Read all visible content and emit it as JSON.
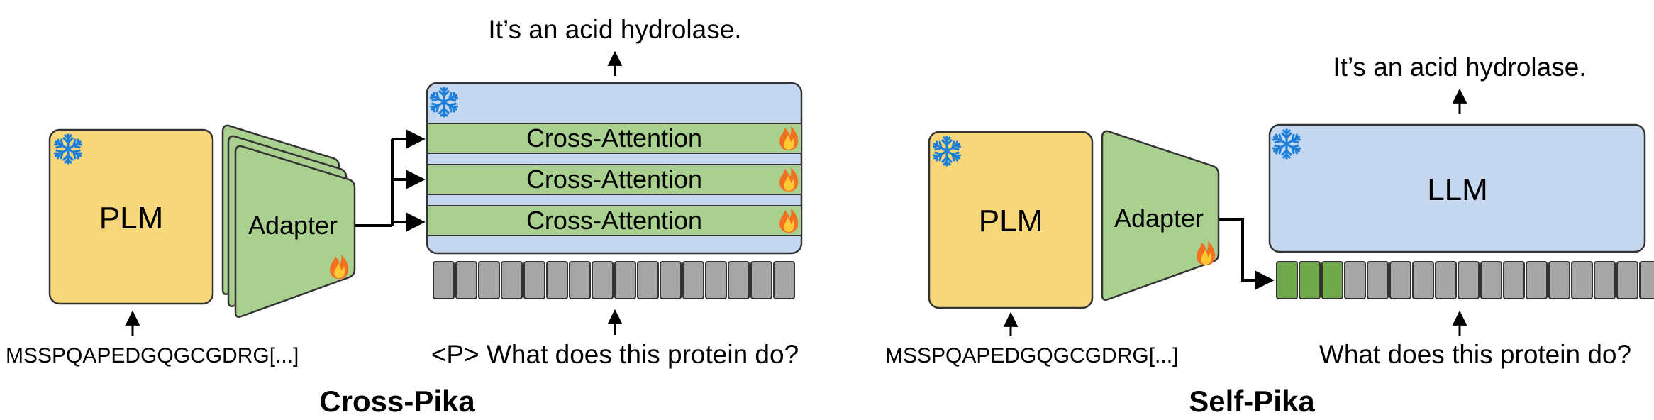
{
  "cross_pika": {
    "title": "Cross-Pika",
    "input_sequence": "MSSPQAPEDGQGCGDRG[...]",
    "plm_label": "PLM",
    "adapter_label": "Adapter",
    "cross_attention_labels": [
      "Cross-Attention",
      "Cross-Attention",
      "Cross-Attention"
    ],
    "prompt": "<P> What does this protein do?",
    "output": "It’s an acid hydrolase.",
    "token_count": 16
  },
  "self_pika": {
    "title": "Self-Pika",
    "input_sequence": "MSSPQAPEDGQGCGDRG[...]",
    "plm_label": "PLM",
    "adapter_label": "Adapter",
    "llm_label": "LLM",
    "prompt": "What does this protein do?",
    "output": "It’s an acid hydrolase.",
    "protein_token_count": 3,
    "text_token_count": 14
  },
  "icons": {
    "frozen": "snowflake-icon",
    "trainable": "flame-icon"
  },
  "colors": {
    "plm_fill": "#f7d77a",
    "adapter_fill": "#a9d08e",
    "llm_fill": "#c5d8ef",
    "token_grey": "#a6a6a6",
    "protein_token_green": "#70a84c",
    "snowflake": "#1e7fd8",
    "flame": "#f2701f"
  }
}
